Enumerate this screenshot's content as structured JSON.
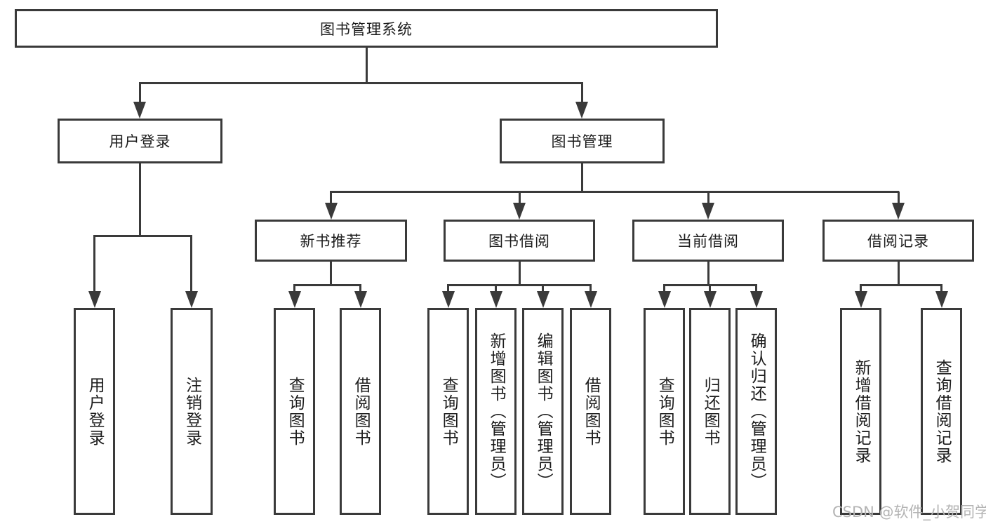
{
  "diagram": {
    "root": {
      "label": "图书管理系统"
    },
    "level1": [
      {
        "label": "用户登录"
      },
      {
        "label": "图书管理"
      }
    ],
    "level2": [
      {
        "label": "新书推荐"
      },
      {
        "label": "图书借阅"
      },
      {
        "label": "当前借阅"
      },
      {
        "label": "借阅记录"
      }
    ],
    "leaves": [
      {
        "label": "用户登录"
      },
      {
        "label": "注销登录"
      },
      {
        "label": "查询图书"
      },
      {
        "label": "借阅图书"
      },
      {
        "label": "查询图书"
      },
      {
        "label": "新增图书（管理员）"
      },
      {
        "label": "编辑图书（管理员）"
      },
      {
        "label": "借阅图书"
      },
      {
        "label": "查询图书"
      },
      {
        "label": "归还图书"
      },
      {
        "label": "确认归还（管理员）"
      },
      {
        "label": "新增借阅记录"
      },
      {
        "label": "查询借阅记录"
      }
    ]
  },
  "watermark": "CSDN @软件_小贺同学",
  "colors": {
    "line": "#3a3a3a",
    "text": "#1c1c1c",
    "watermark": "#b4b4b4",
    "background": "#ffffff"
  }
}
